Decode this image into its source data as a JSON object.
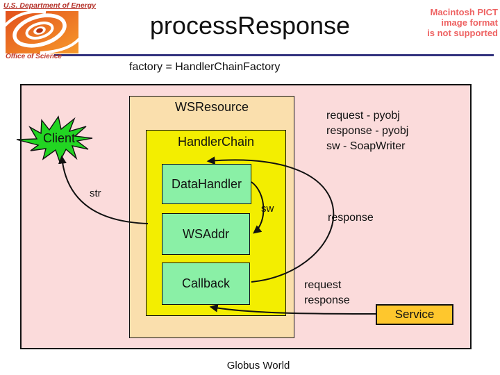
{
  "slide": {
    "header": {
      "agency": "U.S. Department of Energy",
      "office": "Office of Science",
      "title": "processResponse",
      "pict_warning_lines": [
        "Macintosh PICT",
        "image format",
        "is not supported"
      ],
      "subtitle": "factory = HandlerChainFactory"
    },
    "diagram": {
      "client_label": "Client",
      "wsresource_label": "WSResource",
      "handlerchain_label": "HandlerChain",
      "datahandler_label": "DataHandler",
      "wsaddr_label": "WSAddr",
      "callback_label": "Callback",
      "service_label": "Service",
      "legend_lines": [
        "request - pyobj",
        "response - pyobj",
        "sw - SoapWriter"
      ],
      "str_label": "str",
      "sw_label": "sw",
      "response_label": "response",
      "request_response_lines": [
        "request",
        "response"
      ]
    },
    "footer": "Globus World",
    "colors": {
      "pink_bg": "#FBDBDB",
      "tan_box": "#FADFAD",
      "yellow_box": "#F3EE00",
      "green_box": "#8AF0A6",
      "starburst_green": "#22D522",
      "service_gold": "#FEC72D",
      "rule_navy": "#32327E",
      "header_red": "#B5342C",
      "pict_warning_red": "#EE6262",
      "logo_orange": "#E8601E"
    }
  }
}
